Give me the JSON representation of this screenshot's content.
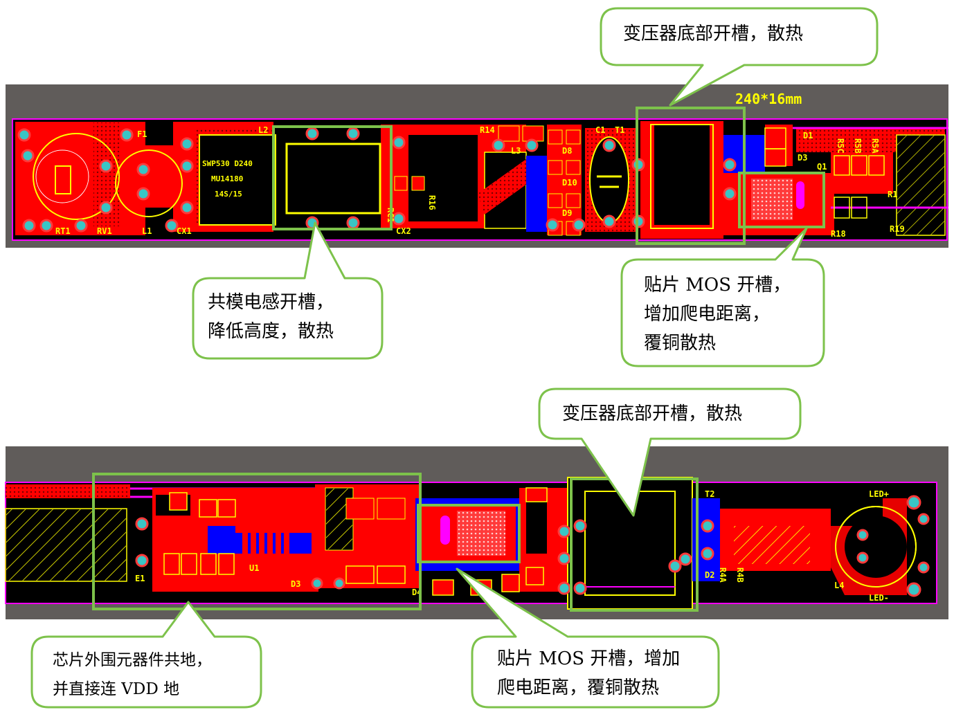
{
  "top_board": {
    "size_label": "240*16mm",
    "silkscreen": {
      "f1": "F1",
      "rt1": "RT1",
      "rv1": "RV1",
      "l1": "L1",
      "cx1": "CX1",
      "l2": "L2",
      "rc1": "RC1",
      "r16": "R16",
      "cx2": "CX2",
      "r14": "R14",
      "l3": "L3",
      "d8": "D8",
      "d10": "D10",
      "d9": "D9",
      "c1": "C1",
      "t1": "T1",
      "d1": "D1",
      "d3": "D3",
      "q1": "Q1",
      "r5c": "R5C",
      "r5b": "R5B",
      "r5a": "R5A",
      "r18": "R18",
      "r1": "R1",
      "r19": "R19",
      "inductor_mark1": "SWP530 D240",
      "inductor_mark2": "MU14180",
      "inductor_mark3": "14S/15"
    }
  },
  "bottom_board": {
    "silkscreen": {
      "t2": "T2",
      "r4a": "R4A",
      "r4b": "R4B",
      "l4": "L4",
      "led_plus": "LED+",
      "led_minus": "LED-",
      "d2": "D2",
      "d4": "D4",
      "d3": "D3",
      "e1": "E1",
      "u1": "U1"
    }
  },
  "callouts": {
    "top_transformer": "变压器底部开槽，散热",
    "top_cm_inductor_line1": "共模电感开槽，",
    "top_cm_inductor_line2": "降低高度，散热",
    "top_mos_line1": "贴片 MOS 开槽，",
    "top_mos_line2": "增加爬电距离，",
    "top_mos_line3": "覆铜散热",
    "bottom_transformer": "变压器底部开槽，散热",
    "bottom_chip_line1": "芯片外围元器件共地，",
    "bottom_chip_line2": "并直接连 VDD 地",
    "bottom_mos_line1": "贴片 MOS 开槽，增加",
    "bottom_mos_line2": "爬电距离，覆铜散热"
  },
  "colors": {
    "board_bg": "#605c5a",
    "copper_top": "#ff0000",
    "copper_bottom": "#0000ff",
    "silkscreen": "#ffff00",
    "pad": "#39c5c5",
    "callout_border": "#7dc24b",
    "substrate": "#000000"
  }
}
